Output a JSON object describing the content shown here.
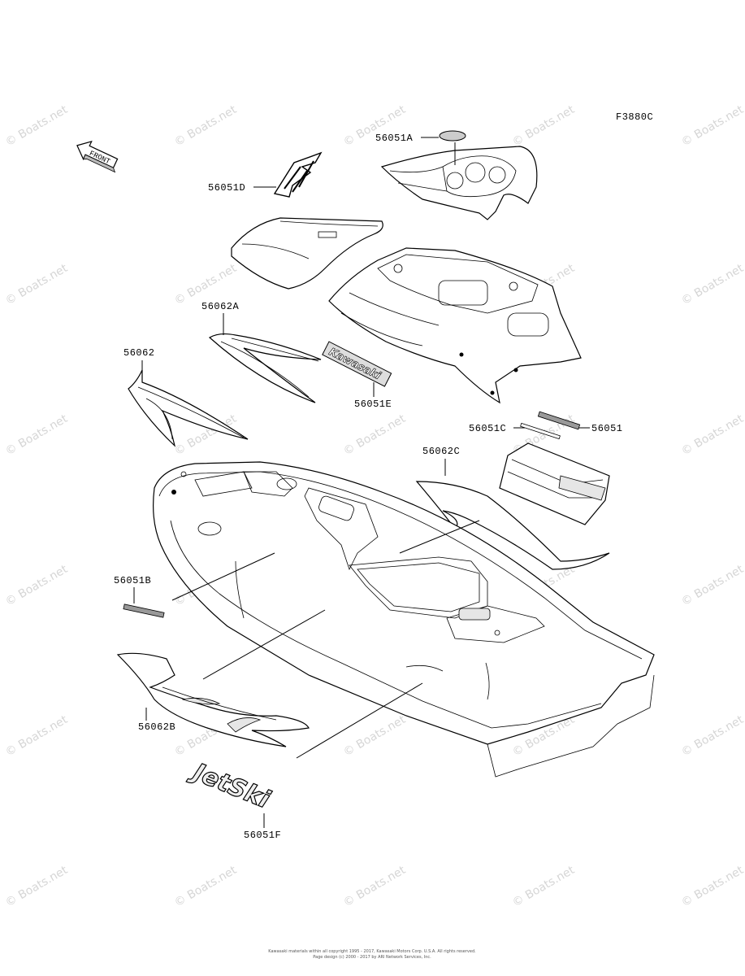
{
  "figure_code": "F3880C",
  "front_label": "FRONT",
  "watermark_text": "© Boats.net",
  "part_labels": [
    {
      "id": "56051A",
      "text": "56051A"
    },
    {
      "id": "56051D",
      "text": "56051D"
    },
    {
      "id": "56062A",
      "text": "56062A"
    },
    {
      "id": "56062",
      "text": "56062"
    },
    {
      "id": "56051E",
      "text": "56051E"
    },
    {
      "id": "56051C",
      "text": "56051C"
    },
    {
      "id": "56051",
      "text": "56051"
    },
    {
      "id": "56062C",
      "text": "56062C"
    },
    {
      "id": "56051B",
      "text": "56051B"
    },
    {
      "id": "56062B",
      "text": "56062B"
    },
    {
      "id": "56051F",
      "text": "56051F"
    }
  ],
  "decal_text": {
    "kawasaki": "Kawasaki",
    "jetski": "JetSki"
  },
  "footer": {
    "line1": "Kawasaki materials within all copyright 1995 - 2017, Kawasaki Motors Corp. U.S.A. All rights reserved.",
    "line2": "Page design (c) 2000 - 2017 by ARI Network Services, Inc."
  }
}
